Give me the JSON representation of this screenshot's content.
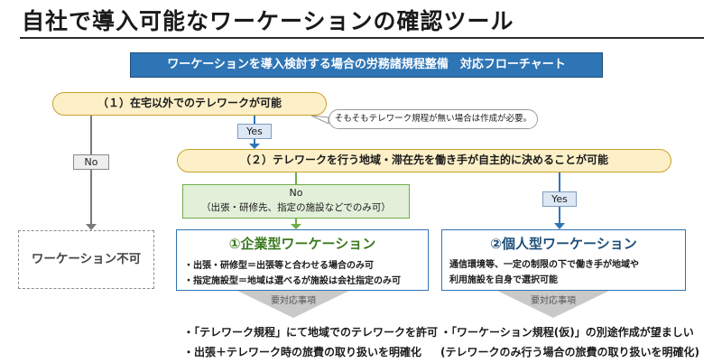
{
  "title": "自社で導入可能なワーケーションの確認ツール",
  "banner": "ワーケーションを導入検討する場合の労務諸規程整備　対応フローチャート",
  "q1": "（１）在宅以外でのテレワークが可能",
  "callout": "そもそもテレワーク規程が無い場合は作成が必要。",
  "yes_label": "Yes",
  "no_label": "No",
  "q2": "（２）テレワークを行う地域・滞在先を働き手が自主的に決めることが可能",
  "no_branch": {
    "label": "No",
    "note": "（出張・研修先、指定の施設などでのみ可）"
  },
  "cannot": "ワーケーション不可",
  "enterprise": {
    "title": "①企業型ワーケーション",
    "line1": "・出張・研修型＝出張等と合わせる場合のみ可",
    "line2": "・指定施設型＝地域は選べるが施設は会社指定のみ可"
  },
  "individual": {
    "title": "②個人型ワーケーション",
    "line1": "通信環境等、一定の制限の下で働き手が地域や",
    "line2": "利用施設を自身で選択可能"
  },
  "required_label": "要対応事項",
  "enterprise_items": [
    "・「テレワーク規程」にて地域でのテレワークを許可",
    "・出張＋テレワーク時の旅費の取り扱いを明確化"
  ],
  "individual_items": [
    "・「ワーケーション規程(仮)」の別途作成が望ましい",
    "(テレワークのみ行う場合の旅費の取り扱いを明確化)"
  ],
  "colors": {
    "banner": "#2e75b6",
    "question_fill": "#fdf0c8",
    "question_border": "#c9a227",
    "no_fill": "#e2efd9",
    "card_border": "#2e75b6",
    "enterprise_title": "#3a7a1f",
    "individual_title": "#1f4e79"
  }
}
